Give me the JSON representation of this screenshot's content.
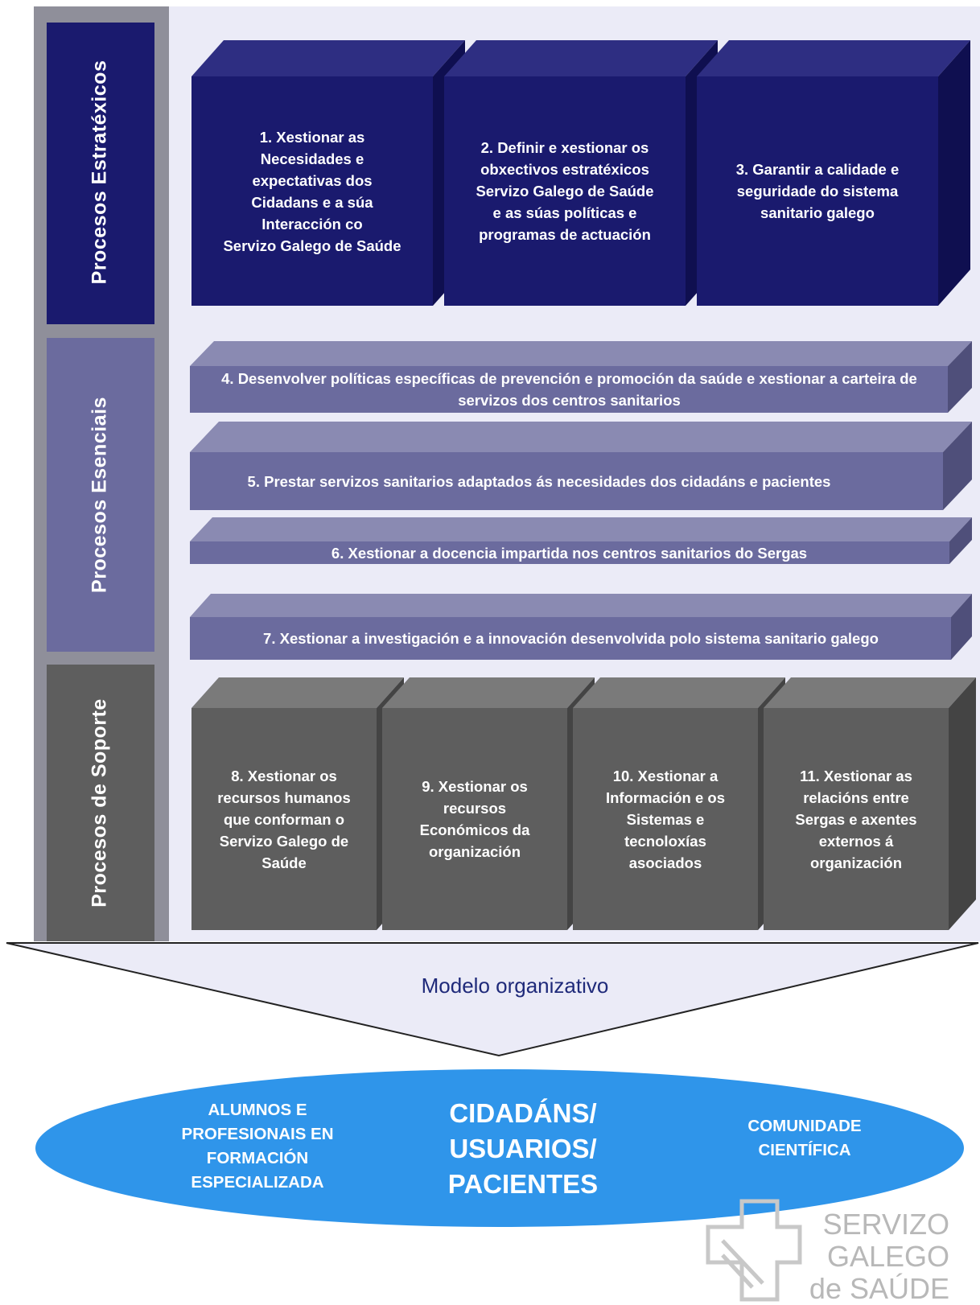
{
  "categories": {
    "estrategicos": "Procesos Estratéxicos",
    "esenciais": "Procesos Esenciais",
    "soporte": "Procesos de Soporte"
  },
  "strategic_boxes": [
    "1. Xestionar as\nNecesidades e\nexpectativas dos\nCidadans e a súa\nInteracción co\nServizo Galego de Saúde",
    "2. Definir e xestionar os\nobxectivos estratéxicos\nServizo Galego de Saúde\ne as súas políticas e\nprogramas de actuación",
    "3. Garantir a calidade e\nseguridade do sistema\nsanitario galego"
  ],
  "essential_bars": [
    "4. Desenvolver políticas específicas de prevención e promoción da saúde e xestionar a carteira de servizos dos centros sanitarios",
    "5. Prestar servizos sanitarios adaptados ás necesidades dos cidadáns e pacientes",
    "6. Xestionar a docencia impartida nos centros sanitarios do Sergas",
    "7. Xestionar a investigación e a innovación desenvolvida polo sistema sanitario galego"
  ],
  "support_boxes": [
    "8. Xestionar os\nrecursos humanos\nque conforman o\nServizo Galego de\nSaúde",
    "9. Xestionar os\nrecursos\nEconómicos da\norganización",
    "10. Xestionar a\nInformación e os\nSistemas e\ntecnoloxías\nasociados",
    "11. Xestionar as\nrelacións entre\nSergas e axentes\nexternos á\norganización"
  ],
  "modelo": "Modelo organizativo",
  "oval": {
    "left": "ALUMNOS E\nPROFESIONAIS EN\nFORMACIÓN\nESPECIALIZADA",
    "center": "CIDADÁNS/\nUSUARIOS/\nPACIENTES",
    "right": "COMUNIDADE\nCIENTÍFICA"
  },
  "logo": {
    "line1": "SERVIZO",
    "line2": "GALEGO",
    "line3": "de SAÚDE"
  },
  "colors": {
    "strategic": "#1a1a6e",
    "essential": "#6b6b9e",
    "support": "#5e5e5e",
    "panel": "#ebebf7",
    "oval": "#2f95ea"
  }
}
